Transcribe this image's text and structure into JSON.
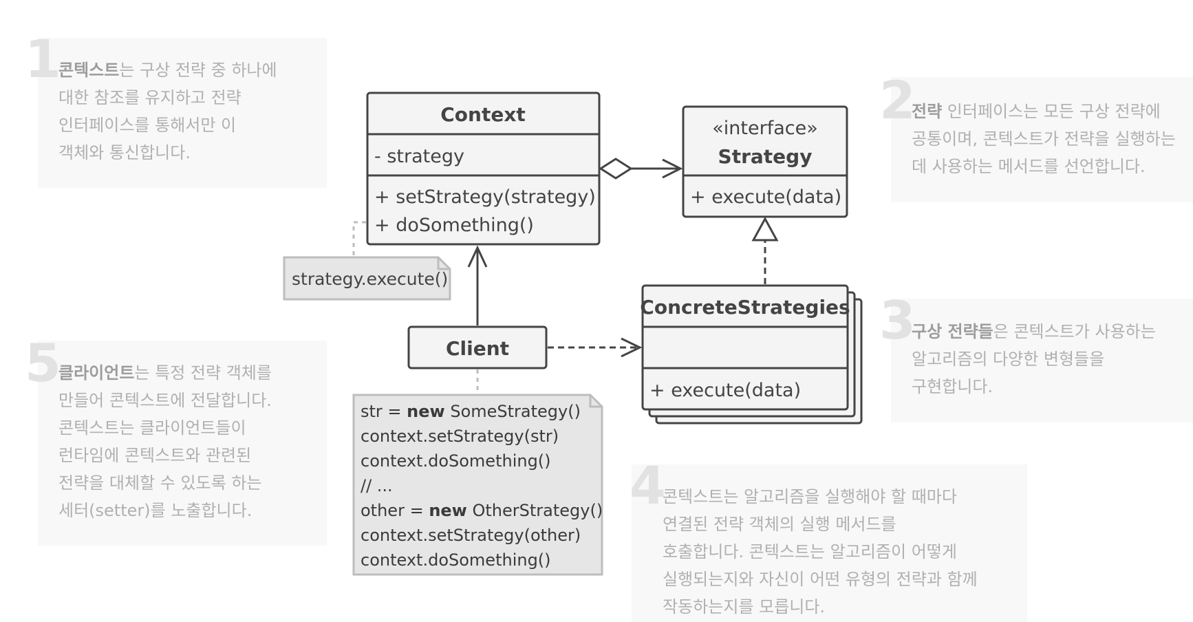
{
  "notes": [
    {
      "num": "1",
      "bold": "콘텍스트",
      "lines": [
        "는 구상 전략 중 하나에",
        "대한 참조를 유지하고 전략",
        "인터페이스를 통해서만 이",
        "객체와 통신합니다."
      ]
    },
    {
      "num": "2",
      "bold": "전략",
      "lines": [
        " 인터페이스는 모든 구상 전략에",
        "공통이며, 콘텍스트가 전략을 실행하는",
        "데 사용하는 메서드를 선언합니다."
      ]
    },
    {
      "num": "3",
      "bold": "구상 전략들",
      "lines": [
        "은 콘텍스트가 사용하는",
        "알고리즘의 다양한 변형들을",
        "구현합니다."
      ]
    },
    {
      "num": "4",
      "bold": "",
      "lines": [
        "콘텍스트는 알고리즘을 실행해야 할 때마다",
        "연결된 전략 객체의 실행 메서드를",
        "호출합니다. 콘텍스트는 알고리즘이 어떻게",
        "실행되는지와 자신이 어떤 유형의 전략과 함께",
        "작동하는지를 모릅니다."
      ]
    },
    {
      "num": "5",
      "bold": "클라이언트",
      "lines": [
        "는 특정 전략 객체를",
        "만들어 콘텍스트에 전달합니다.",
        "콘텍스트는 클라이언트들이",
        "런타임에 콘텍스트와 관련된",
        "전략을 대체할 수 있도록 하는",
        "세터(setter)를 노출합니다."
      ]
    }
  ],
  "classes": {
    "context": {
      "name": "Context",
      "field": "- strategy",
      "methods": [
        "+ setStrategy(strategy)",
        "+ doSomething()"
      ]
    },
    "strategy": {
      "stereotype": "«interface»",
      "name": "Strategy",
      "methods": [
        "+ execute(data)"
      ]
    },
    "concrete": {
      "name": "ConcreteStrategies",
      "methods": [
        "+ execute(data)"
      ]
    },
    "client": {
      "name": "Client"
    }
  },
  "context_note": "strategy.execute()",
  "client_code": [
    {
      "pre": "str = ",
      "kw": "new",
      "post": " SomeStrategy()"
    },
    {
      "pre": "context.setStrategy(str)",
      "kw": "",
      "post": ""
    },
    {
      "pre": "context.doSomething()",
      "kw": "",
      "post": ""
    },
    {
      "pre": "// ...",
      "kw": "",
      "post": ""
    },
    {
      "pre": "other = ",
      "kw": "new",
      "post": " OtherStrategy()"
    },
    {
      "pre": "context.setStrategy(other)",
      "kw": "",
      "post": ""
    },
    {
      "pre": "context.doSomething()",
      "kw": "",
      "post": ""
    }
  ],
  "colors": {
    "box_fill": "#f4f4f4",
    "stroke": "#444444",
    "note_fill": "#e6e6e6",
    "note_stroke": "#bdbdbd",
    "hint_text": "#b0b0b0"
  }
}
